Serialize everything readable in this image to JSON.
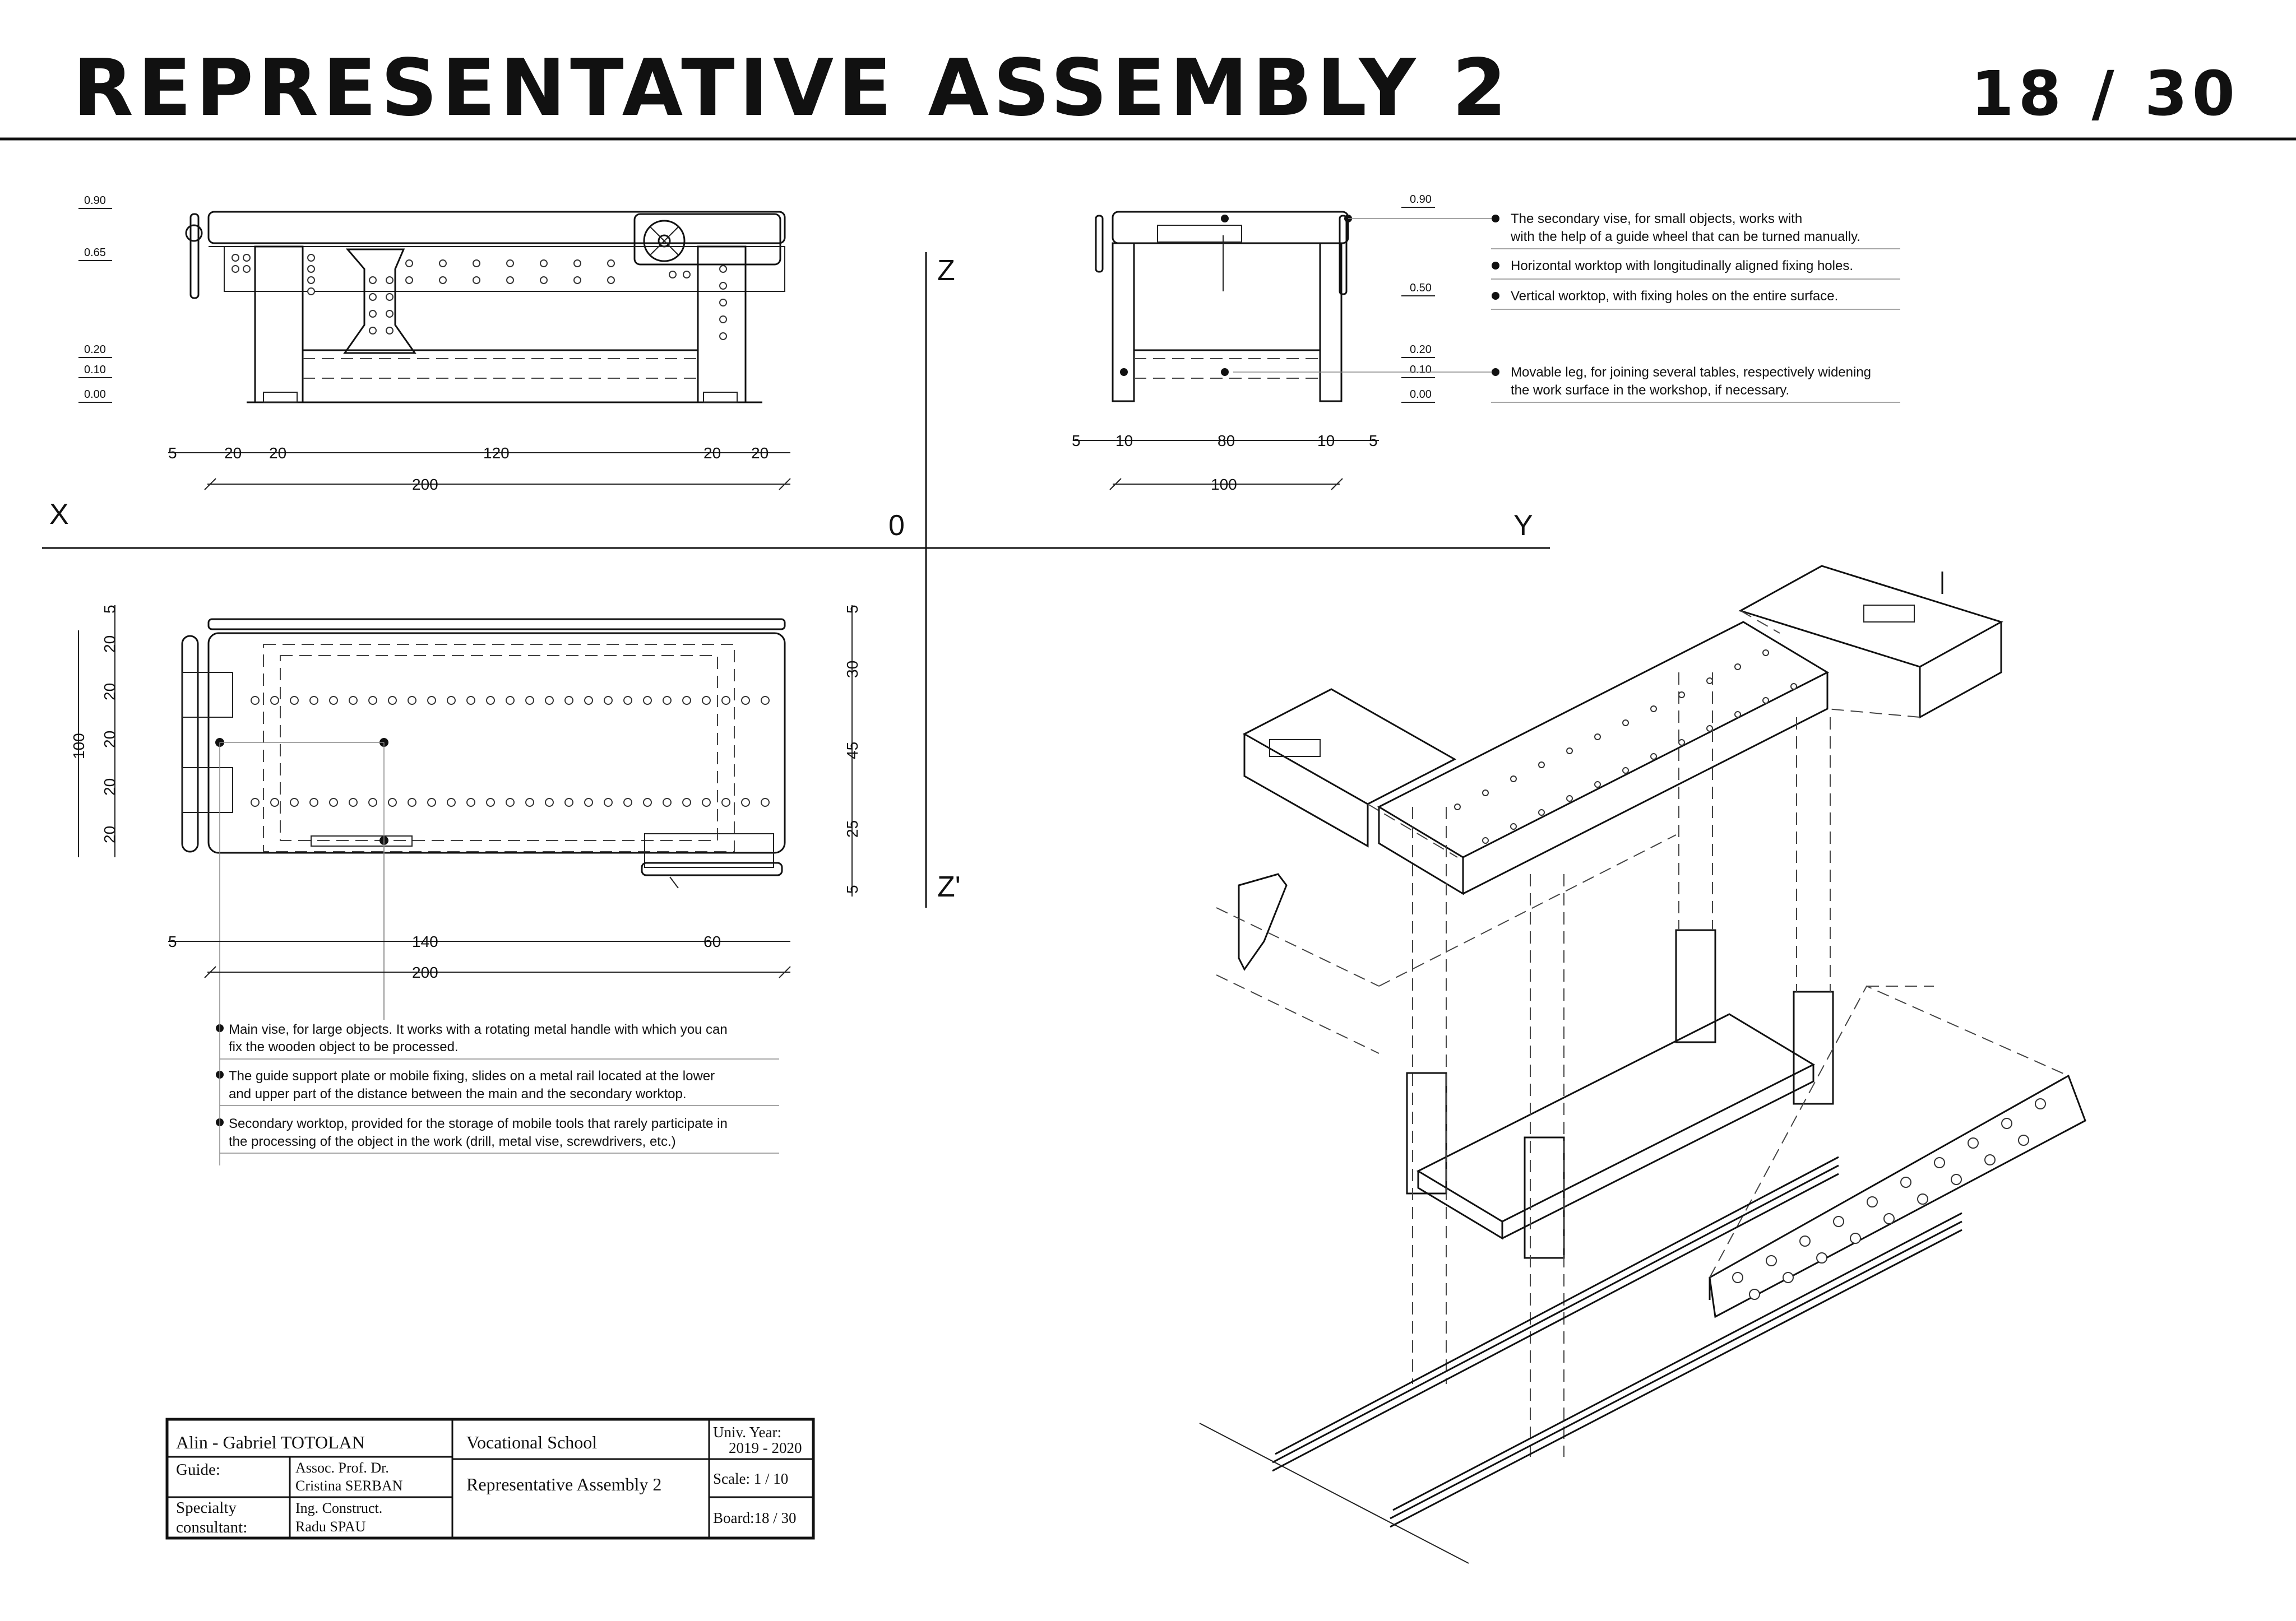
{
  "header": {
    "title": "REPRESENTATIVE ASSEMBLY 2",
    "board": "18 / 30"
  },
  "axes": {
    "x": "X",
    "y": "Y",
    "z": "Z",
    "z_prime": "Z'",
    "origin": "0"
  },
  "front_view": {
    "levels": [
      "0.90",
      "0.65",
      "0.20",
      "0.10",
      "0.00"
    ],
    "dims_top": [
      "5",
      "20",
      "20",
      "120",
      "20",
      "20"
    ],
    "dims_total": "200"
  },
  "side_view": {
    "levels": [
      "0.90",
      "0.50",
      "0.20",
      "0.10",
      "0.00"
    ],
    "dims_top": [
      "5",
      "10",
      "80",
      "10",
      "5"
    ],
    "dims_total": "100",
    "notes": [
      {
        "line1": "The secondary vise, for small objects, works with",
        "line2": "with the help of a guide wheel that can be turned manually."
      },
      {
        "line1": "Horizontal worktop with longitudinally aligned fixing holes.",
        "line2": ""
      },
      {
        "line1": "Vertical worktop, with fixing holes on the entire surface.",
        "line2": ""
      },
      {
        "line1": "Movable leg, for joining several tables, respectively widening",
        "line2": "the work surface in the workshop, if necessary."
      }
    ]
  },
  "plan_view": {
    "left_dims": [
      "20",
      "20",
      "20",
      "20",
      "20",
      "5"
    ],
    "left_total": "100",
    "right_dims": [
      "5",
      "25",
      "45",
      "30",
      "5"
    ],
    "bottom_dims": [
      "5",
      "140",
      "60"
    ],
    "bottom_total": "200",
    "notes": [
      {
        "line1": "Main vise, for large objects. It works with a rotating metal handle with which you can",
        "line2": "fix the wooden object to be processed."
      },
      {
        "line1": "The guide support plate or mobile fixing, slides on a metal rail located at the lower",
        "line2": "and upper part of the distance between the main and the secondary worktop."
      },
      {
        "line1": "Secondary worktop, provided for the storage of mobile tools that rarely participate in",
        "line2": "the processing of the object in the work (drill, metal vise, screwdrivers, etc.)"
      }
    ]
  },
  "title_block": {
    "author": "Alin - Gabriel TOTOLAN",
    "school": "Vocational School",
    "year_label": "Univ. Year:",
    "year": "2019 - 2020",
    "guide_label": "Guide:",
    "guide_1": "Assoc. Prof. Dr.",
    "guide_2": "Cristina SERBAN",
    "project": "Representative Assembly 2",
    "scale": "Scale: 1 / 10",
    "consultant_label_1": "Specialty",
    "consultant_label_2": "consultant:",
    "consultant_1": "Ing. Construct.",
    "consultant_2": "Radu SPAU",
    "board": "Board:18 / 30"
  }
}
